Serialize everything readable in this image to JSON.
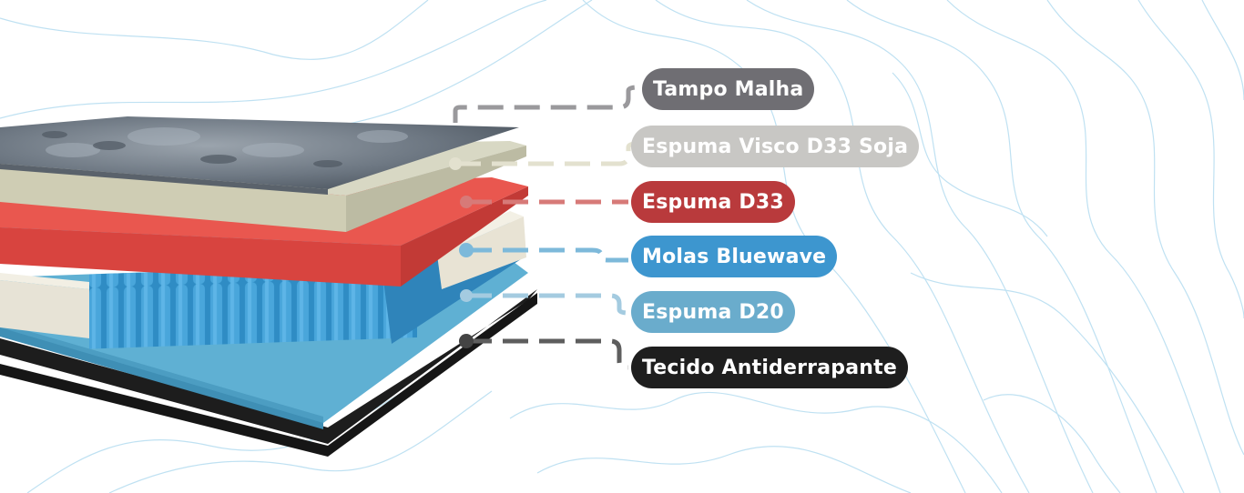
{
  "layers": [
    {
      "label": "Tampo Malha",
      "color": "#6f6e73"
    },
    {
      "label": "Espuma Visco D33 Soja",
      "color": "#c8c7c4"
    },
    {
      "label": "Espuma D33",
      "color": "#b93a3c"
    },
    {
      "label": "Molas Bluewave",
      "color": "#3d96cf"
    },
    {
      "label": "Espuma D20",
      "color": "#6aaccc"
    },
    {
      "label": "Tecido Antiderrapante",
      "color": "#1e1e1e"
    }
  ]
}
